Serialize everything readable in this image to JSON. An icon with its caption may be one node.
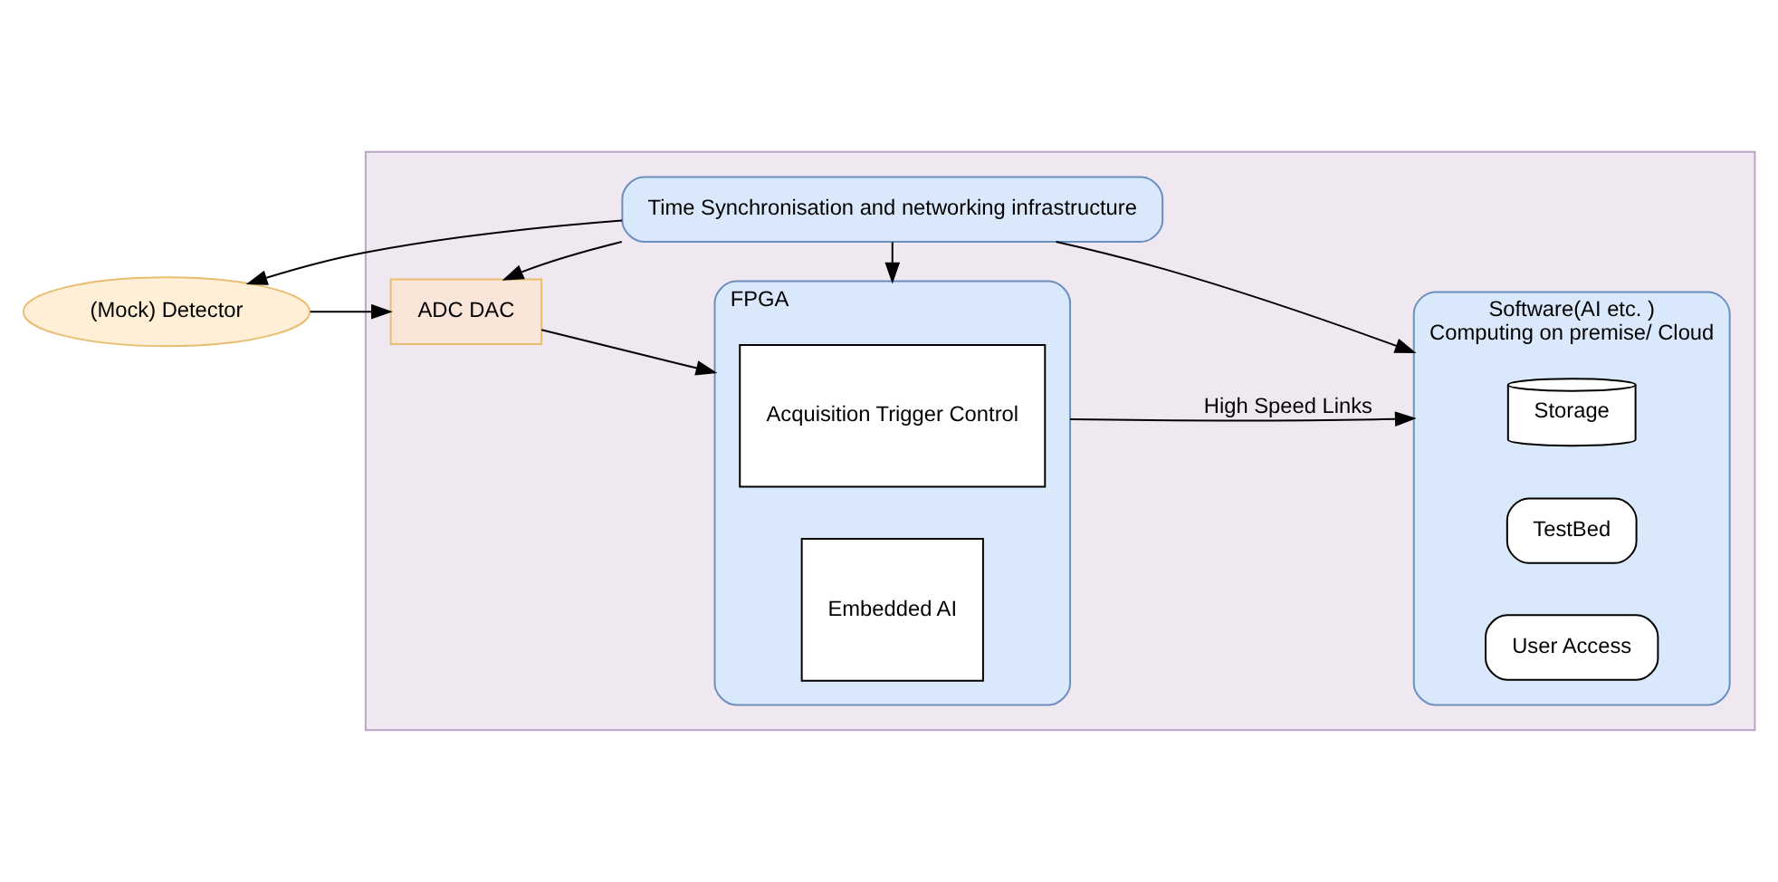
{
  "diagram": {
    "nodes": [
      {
        "text": [],
        "shape": "box"
      },
      {
        "text": [
          "(Mock) Detector"
        ]
      },
      {
        "text": [
          "ADC DAC"
        ],
        "in": 0
      },
      {
        "text": [
          "FPGA"
        ],
        "in": 0
      },
      {
        "text": [
          "Acquisition Trigger Control"
        ],
        "in": 3
      },
      {
        "text": [
          "Embedded AI"
        ],
        "in": 3
      },
      {
        "text": [
          "Software(AI etc. )",
          "Computing on premise/ Cloud"
        ],
        "in": 0
      },
      {
        "text": [
          "Storage"
        ],
        "in": 6
      },
      {
        "text": [
          "TestBed"
        ],
        "in": 6
      },
      {
        "text": [
          "User Access"
        ],
        "in": 6
      },
      {
        "text": [
          "Time Synchronisation and networking infrastructure"
        ],
        "in": 0
      }
    ],
    "edges": [
      {
        "from": 1,
        "to": 2,
        "arrow": "to"
      },
      {
        "from": 2,
        "to": 3,
        "arrow": "to"
      },
      {
        "from": 3,
        "to": 6,
        "arrow": "to",
        "label": "High Speed Links"
      },
      {
        "from": 10,
        "to": 1,
        "arrow": "to"
      },
      {
        "from": 10,
        "to": 2,
        "arrow": "to"
      },
      {
        "from": 10,
        "to": 3,
        "arrow": "to"
      },
      {
        "from": 10,
        "to": 6,
        "arrow": "to"
      }
    ]
  }
}
